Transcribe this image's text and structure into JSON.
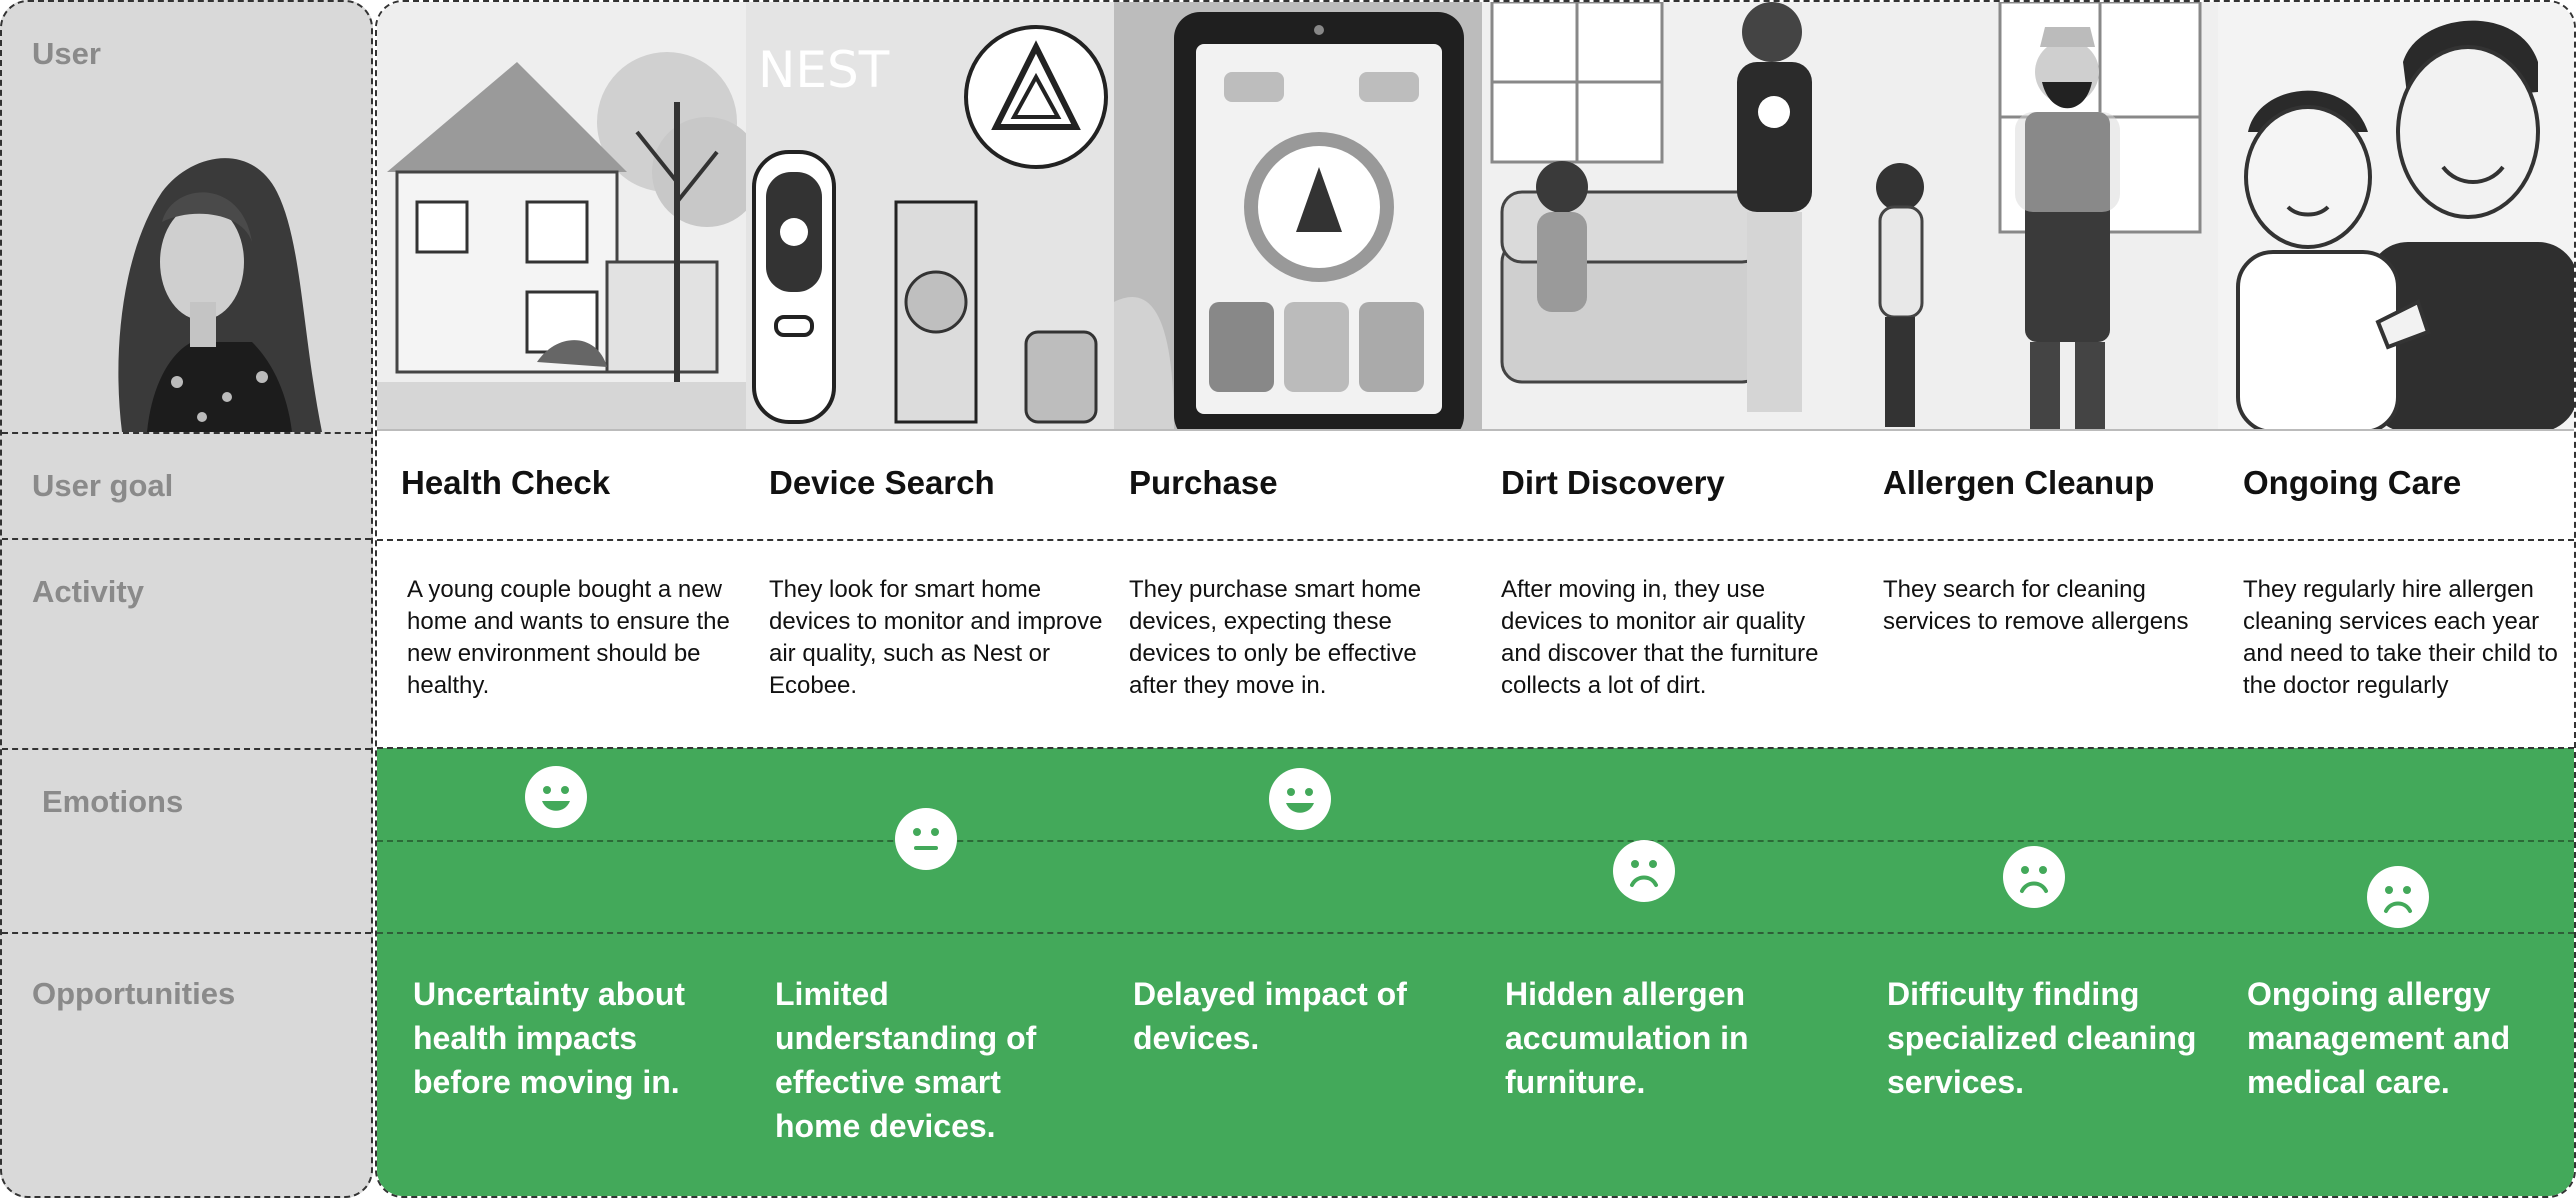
{
  "labels": {
    "user": "User",
    "user_goal": "User goal",
    "activity": "Activity",
    "emotions": "Emotions",
    "opportunities": "Opportunities"
  },
  "stages": [
    {
      "goal": "Health Check",
      "activity": "A young couple bought a new home and wants to ensure the new environment should be healthy.",
      "emotion": "happy",
      "opportunity": "Uncertainty about health impacts before moving in."
    },
    {
      "goal": "Device Search",
      "activity": "They look for smart home devices to monitor and improve air quality, such as Nest or Ecobee.",
      "emotion": "neutral",
      "opportunity": "Limited understanding of effective smart home devices.",
      "image_text": "NEST"
    },
    {
      "goal": "Purchase",
      "activity": "They purchase smart home devices, expecting these devices to only be effective after they move in.",
      "emotion": "happy",
      "opportunity": "Delayed impact of devices."
    },
    {
      "goal": "Dirt Discovery",
      "activity": "After moving in, they use devices to monitor air quality and discover that the furniture collects a lot of dirt.",
      "emotion": "sad",
      "opportunity": "Hidden allergen accumulation in furniture."
    },
    {
      "goal": "Allergen Cleanup",
      "activity": "They search for cleaning services to remove allergens",
      "emotion": "sad",
      "opportunity": "Difficulty finding specialized cleaning services."
    },
    {
      "goal": "Ongoing Care",
      "activity": "They regularly hire allergen cleaning services each year and need to take their child to the doctor regularly",
      "emotion": "sad",
      "opportunity": "Ongoing allergy management and medical care."
    }
  ],
  "colors": {
    "emotion_band": "#43a95a",
    "label_column": "#d9d9d9",
    "label_text": "#8a8a8a"
  },
  "icons": [
    "user-photo",
    "house-illustration",
    "nest-device-illustration",
    "tablet-app-illustration",
    "couple-on-sofa-illustration",
    "cleaner-illustration",
    "parent-child-illustration",
    "happy-face-icon",
    "neutral-face-icon",
    "sad-face-icon"
  ]
}
